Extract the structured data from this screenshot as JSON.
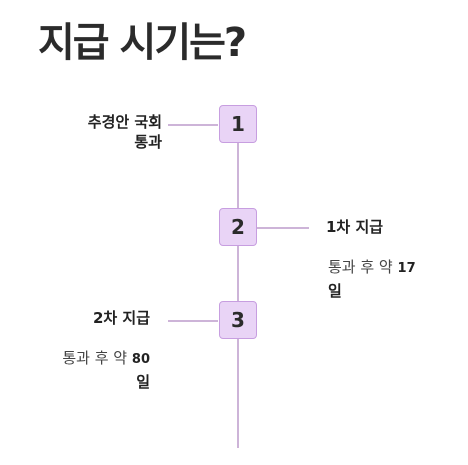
{
  "title": "지급 시기는?",
  "steps": [
    {
      "number": "1",
      "heading_line1": "추경안 국회",
      "heading_line2": "통과"
    },
    {
      "number": "2",
      "heading": "1차 지급",
      "desc_prefix": "통과 후 약",
      "desc_number": "17",
      "desc_unit": "일"
    },
    {
      "number": "3",
      "heading": "2차 지급",
      "desc_prefix": "통과 후 약",
      "desc_number": "80",
      "desc_unit": "일"
    }
  ],
  "colors": {
    "box_fill": "#e9d4f6",
    "box_border": "#c79ee0",
    "line": "#cdb4d8",
    "text": "#222222"
  }
}
